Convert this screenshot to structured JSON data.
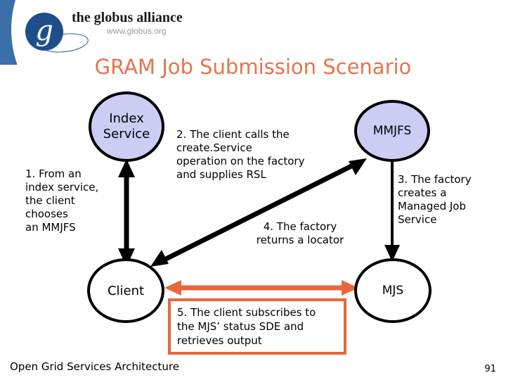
{
  "slide": {
    "title": "GRAM Job Submission Scenario",
    "background_color": "#ffffff",
    "title_color": "#e8734a"
  },
  "logo": {
    "mark_letter": "g",
    "brand_name": "the globus alliance",
    "url": "www.globus.org",
    "disc_color": "#1f4e8c",
    "corner_color": "#3a6fa8"
  },
  "diagram": {
    "nodes": [
      {
        "id": "index-service",
        "label": "Index\nService",
        "fill": "#ccccf5",
        "stroke": "#000000"
      },
      {
        "id": "mmjfs",
        "label": "MMJFS",
        "fill": "#ccccf5",
        "stroke": "#000000"
      },
      {
        "id": "client",
        "label": "Client",
        "fill": "#ffffff",
        "stroke": "#000000"
      },
      {
        "id": "mjs",
        "label": "MJS",
        "fill": "#ffffff",
        "stroke": "#000000"
      }
    ],
    "connectors": [
      {
        "id": "index-client",
        "from": "client",
        "to": "index-service",
        "heads": "both",
        "color": "#000000",
        "style": "thick-vertical"
      },
      {
        "id": "client-mmjfs",
        "from": "client",
        "to": "mmjfs",
        "heads": "both",
        "color": "#000000",
        "style": "thick-diagonal"
      },
      {
        "id": "mmjfs-mjs",
        "from": "mmjfs",
        "to": "mjs",
        "heads": "end",
        "color": "#000000",
        "style": "thin-vertical"
      },
      {
        "id": "client-mjs",
        "from": "client",
        "to": "mjs",
        "heads": "both",
        "color": "#e8663c",
        "style": "thick-horizontal"
      }
    ],
    "annotations": [
      {
        "id": "step-1",
        "text": "1. From an\nindex service,\nthe client\nchooses\nan MMJFS"
      },
      {
        "id": "step-2",
        "text": "2. The client calls the\ncreate.Service\noperation on the factory\nand supplies RSL"
      },
      {
        "id": "step-3",
        "text": "3. The factory\ncreates a\nManaged Job\nService"
      },
      {
        "id": "step-4",
        "text": "4. The factory\nreturns a locator"
      },
      {
        "id": "step-5",
        "text": "5. The client subscribes to\nthe MJS’ status SDE and\nretrieves output",
        "border_color": "#e8663c"
      }
    ]
  },
  "footer": {
    "label": "Open Grid Services Architecture",
    "page_number": "91"
  }
}
